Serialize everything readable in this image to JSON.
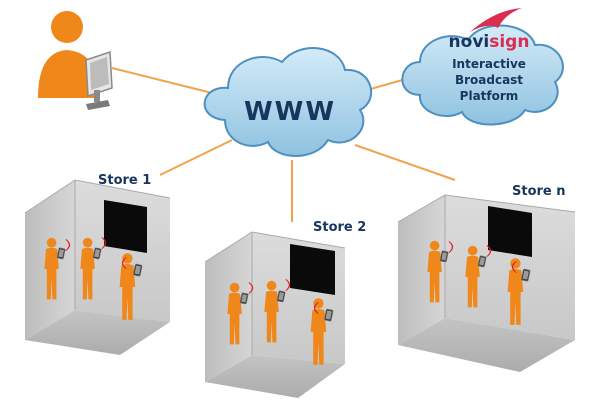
{
  "center_cloud": {
    "label": "WWW"
  },
  "platform": {
    "brand_prefix": "novi",
    "brand_suffix": "sign",
    "lines": [
      "Interactive",
      "Broadcast",
      "Platform"
    ]
  },
  "stores": [
    {
      "label": "Store 1"
    },
    {
      "label": "Store 2"
    },
    {
      "label": "Store n"
    }
  ],
  "colors": {
    "person": "#f0871a",
    "link": "#f2a24a",
    "cloud_fill": "#a9d4ec",
    "cloud_stroke": "#4d8fbf",
    "text": "#17365d",
    "brand_accent": "#d92e4f",
    "screen": "#0a0a0a",
    "wall": "#c9c9c9",
    "floor": "#bdbdbd",
    "signal": "#e02020"
  },
  "icons": [
    "admin-user-icon",
    "monitor-icon",
    "cloud-icon",
    "tablet-icon",
    "wifi-signal-icon",
    "person-icon"
  ]
}
